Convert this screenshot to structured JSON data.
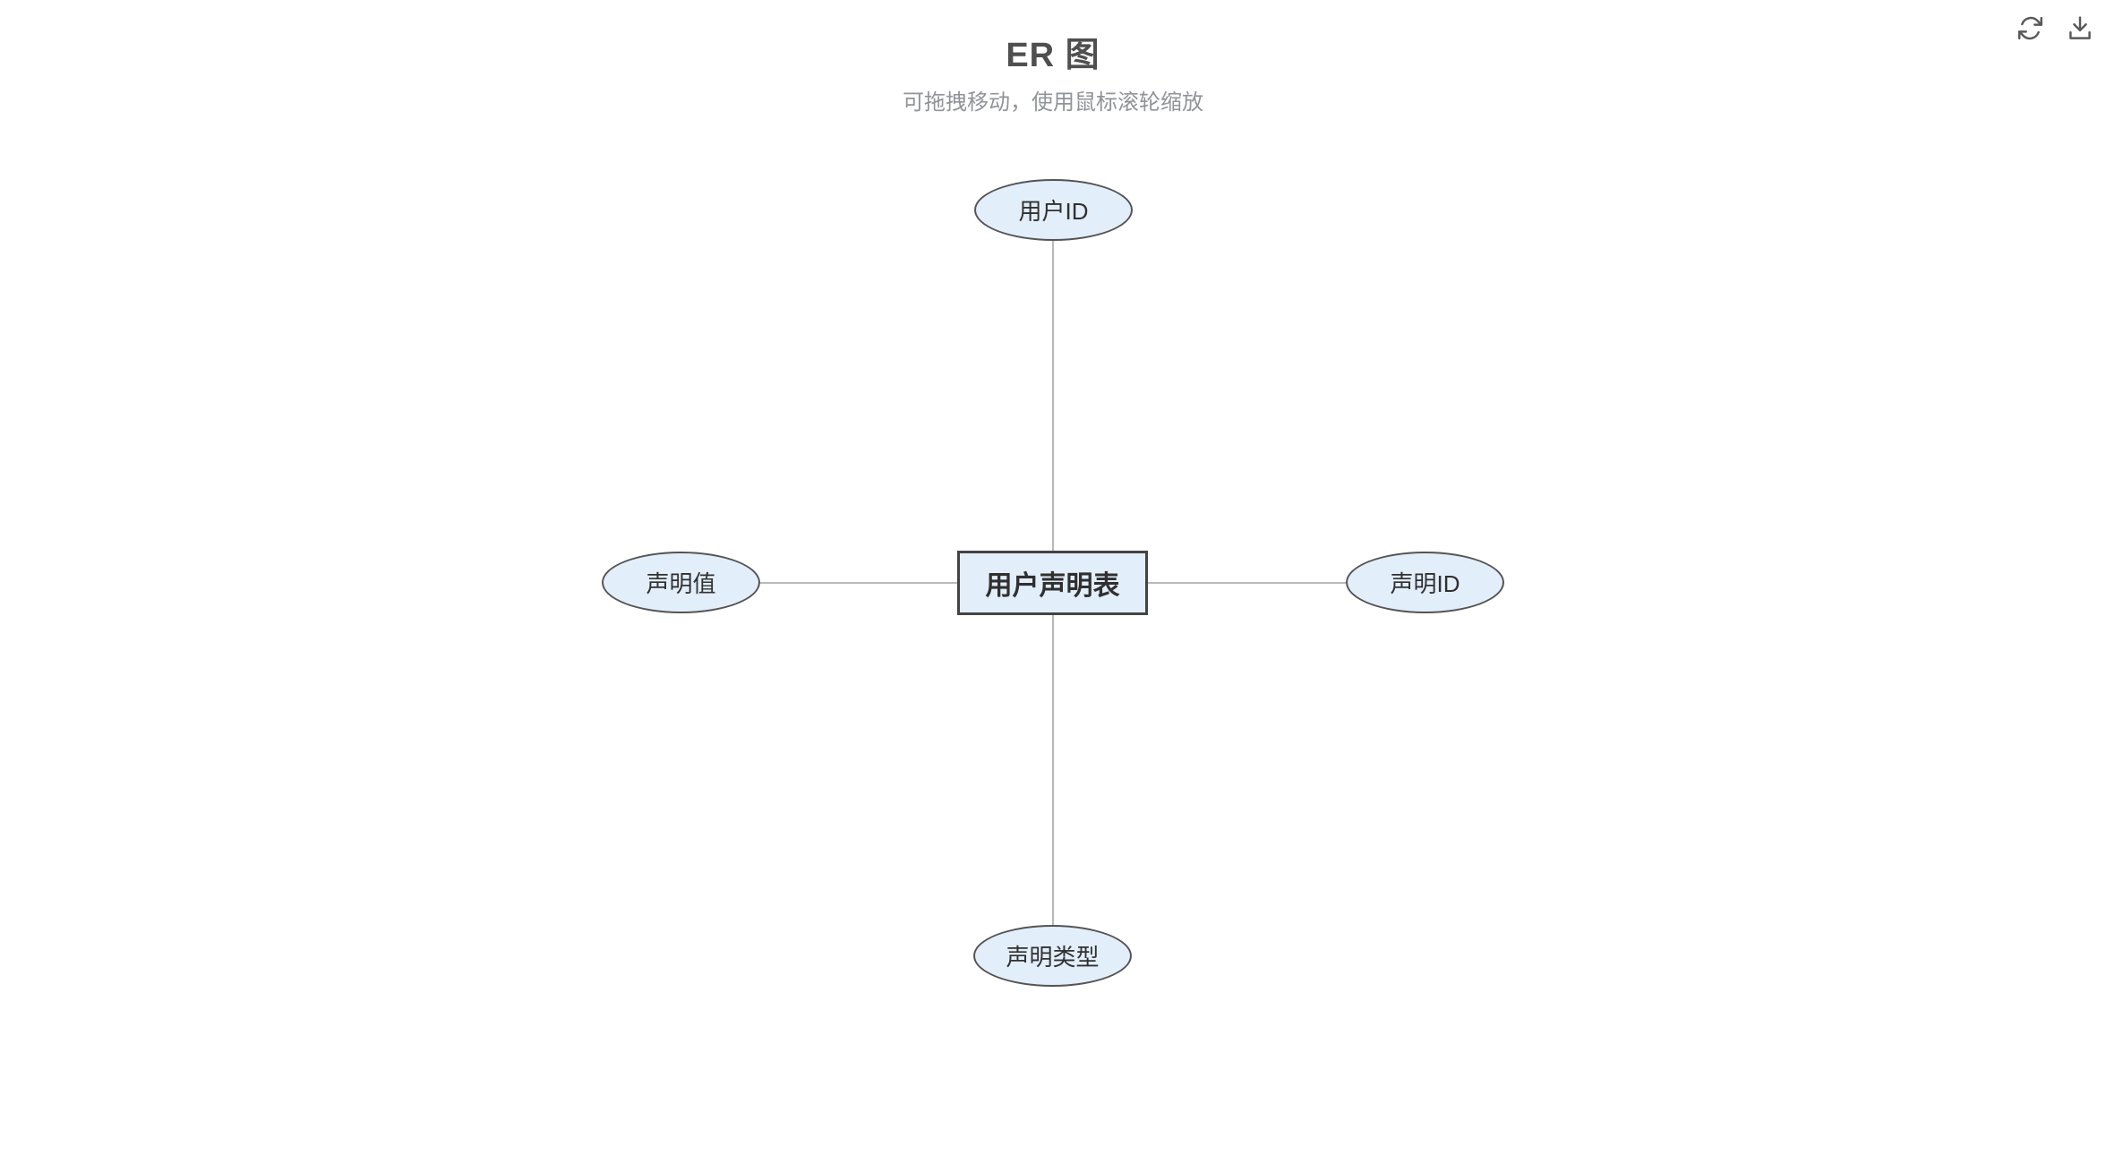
{
  "header": {
    "title": "ER 图",
    "subtitle": "可拖拽移动，使用鼠标滚轮缩放"
  },
  "toolbar": {
    "icons": [
      {
        "name": "refresh-icon"
      },
      {
        "name": "download-icon"
      }
    ]
  },
  "diagram": {
    "entity": {
      "label": "用户声明表"
    },
    "attributes": [
      {
        "position": "top",
        "label": "用户ID"
      },
      {
        "position": "right",
        "label": "声明ID"
      },
      {
        "position": "bottom",
        "label": "声明类型"
      },
      {
        "position": "left",
        "label": "声明值"
      }
    ],
    "edges": [
      {
        "from": "用户声明表",
        "to": "用户ID"
      },
      {
        "from": "用户声明表",
        "to": "声明ID"
      },
      {
        "from": "用户声明表",
        "to": "声明类型"
      },
      {
        "from": "用户声明表",
        "to": "声明值"
      }
    ]
  },
  "theme": {
    "bg": "#ffffff",
    "node-fill": "#e3eefb",
    "node-border": "#545454",
    "entity-border": "#434343",
    "edge-color": "#b9b9b9",
    "node-text": "#303030",
    "title-color": "#4f4f4f",
    "subtitle-color": "#909399",
    "icon-color": "#595959"
  }
}
